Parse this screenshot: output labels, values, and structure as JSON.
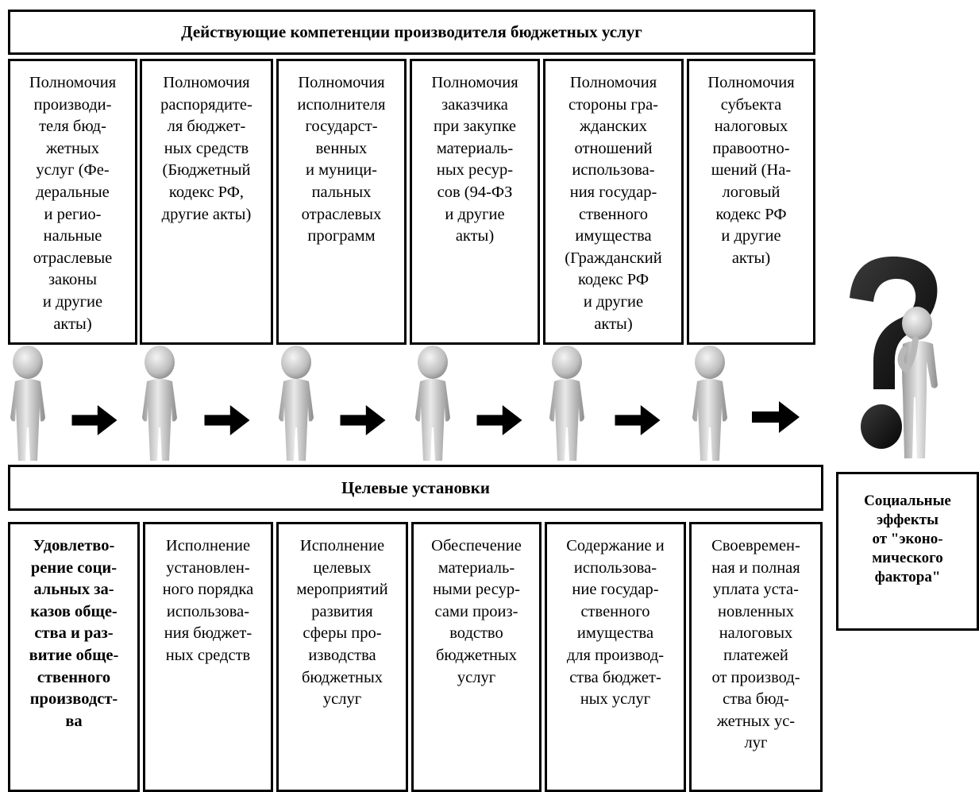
{
  "top_header": "Действующие компетенции производителя бюджетных услуг",
  "competencies": [
    "Полномочия\nпроизводи-\nтеля бюд-\nжетных\nуслуг (Фе-\nдеральные\nи регио-\nнальные\nотраслевые\nзаконы\nи другие\nакты)",
    "Полномочия\nраспорядите-\nля бюджет-\nных средств\n(Бюджетный\nкодекс РФ,\nдругие акты)",
    "Полномочия\nисполнителя\nгосударст-\nвенных\nи муници-\nпальных\nотраслевых\nпрограмм",
    "Полномочия\nзаказчика\nпри закупке\nматериаль-\nных ресур-\nсов (94-ФЗ\nи другие\nакты)",
    "Полномочия\nстороны гра-\nжданских\nотношений\nиспользова-\nния государ-\nственного\nимущества\n(Гражданский\nкодекс РФ\nи другие\nакты)",
    "Полномочия\nсубъекта\nналоговых\nправоотно-\nшений (На-\nлоговый\nкодекс РФ\nи другие\nакты)"
  ],
  "middle_header": "Целевые установки",
  "targets": [
    "Удовлетво-\nрение соци-\nальных за-\nказов обще-\nства и раз-\nвитие обще-\nственного\nпроизводст-\nва",
    "Исполнение\nустановлен-\nного порядка\nиспользова-\nния бюджет-\nных средств",
    "Исполнение\nцелевых\nмероприятий\nразвития\nсферы про-\nизводства\nбюджетных\nуслуг",
    "Обеспечение\nматериаль-\nными ресур-\nсами произ-\nводство\nбюджетных\nуслуг",
    "Содержание и\nиспользова-\nние государ-\nственного\nимущества\nдля производ-\nства бюджет-\nных услуг",
    "Своевремен-\nная и полная\nуплата уста-\nновленных\nналоговых\nплатежей\nот производ-\nства бюд-\nжетных ус-\nлуг"
  ],
  "social_effects": "Социальные\nэффекты\nот \"эконо-\nмического\nфактора\"",
  "colors": {
    "border": "#000000",
    "figure": "#d9d9d9",
    "figure_shade": "#9e9e9e",
    "arrow": "#000000",
    "question_mark": "#1a1a1a"
  }
}
